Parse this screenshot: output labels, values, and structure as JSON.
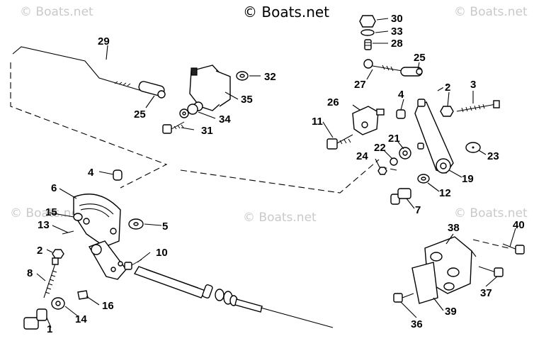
{
  "watermark": {
    "main": "© Boats.net",
    "faint": "© Boats.net"
  },
  "callouts": [
    {
      "id": "1",
      "text": "1"
    },
    {
      "id": "2a",
      "text": "2"
    },
    {
      "id": "2b",
      "text": "2"
    },
    {
      "id": "3",
      "text": "3"
    },
    {
      "id": "4a",
      "text": "4"
    },
    {
      "id": "4b",
      "text": "4"
    },
    {
      "id": "5",
      "text": "5"
    },
    {
      "id": "6",
      "text": "6"
    },
    {
      "id": "7",
      "text": "7"
    },
    {
      "id": "8",
      "text": "8"
    },
    {
      "id": "10",
      "text": "10"
    },
    {
      "id": "11",
      "text": "11"
    },
    {
      "id": "12",
      "text": "12"
    },
    {
      "id": "13",
      "text": "13"
    },
    {
      "id": "14",
      "text": "14"
    },
    {
      "id": "15",
      "text": "15"
    },
    {
      "id": "16",
      "text": "16"
    },
    {
      "id": "19",
      "text": "19"
    },
    {
      "id": "21",
      "text": "21"
    },
    {
      "id": "22",
      "text": "22"
    },
    {
      "id": "23",
      "text": "23"
    },
    {
      "id": "24",
      "text": "24"
    },
    {
      "id": "25a",
      "text": "25"
    },
    {
      "id": "25b",
      "text": "25"
    },
    {
      "id": "26",
      "text": "26"
    },
    {
      "id": "27",
      "text": "27"
    },
    {
      "id": "28",
      "text": "28"
    },
    {
      "id": "29",
      "text": "29"
    },
    {
      "id": "30",
      "text": "30"
    },
    {
      "id": "31",
      "text": "31"
    },
    {
      "id": "32",
      "text": "32"
    },
    {
      "id": "33",
      "text": "33"
    },
    {
      "id": "34",
      "text": "34"
    },
    {
      "id": "35",
      "text": "35"
    },
    {
      "id": "36",
      "text": "36"
    },
    {
      "id": "37",
      "text": "37"
    },
    {
      "id": "38",
      "text": "38"
    },
    {
      "id": "39",
      "text": "39"
    },
    {
      "id": "40",
      "text": "40"
    }
  ]
}
